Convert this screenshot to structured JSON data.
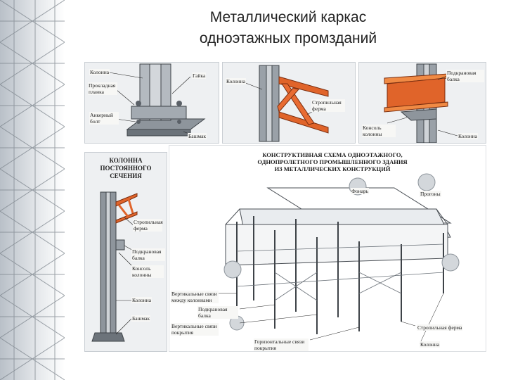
{
  "slide": {
    "title_line1": "Металлический каркас",
    "title_line2": "одноэтажных промзданий"
  },
  "panel_base": {
    "labels": [
      "Колонна",
      "Гайка",
      "Прокладная планка",
      "Анкерный болт",
      "Башмак"
    ]
  },
  "panel_truss": {
    "labels": [
      "Колонна",
      "Стропильная ферма"
    ]
  },
  "panel_crane": {
    "labels": [
      "Подкрановая балка",
      "Консоль колонны",
      "Колонна"
    ]
  },
  "panel_column": {
    "heading": [
      "КОЛОННА",
      "ПОСТОЯННОГО",
      "СЕЧЕНИЯ"
    ],
    "labels": [
      "Стропильная ферма",
      "Подкрановая балка",
      "Консоль колонны",
      "Колонна",
      "Башмак"
    ]
  },
  "panel_scheme": {
    "heading": [
      "КОНСТРУКТИВНАЯ СХЕМА ОДНОЭТАЖНОГО,",
      "ОДНОПРОЛЕТНОГО ПРОМЫШЛЕННОГО ЗДАНИЯ",
      "ИЗ МЕТАЛЛИЧЕСКИХ КОНСТРУКЦИЙ"
    ],
    "labels": {
      "lantern": "Фонарь",
      "purlins": "Прогоны",
      "vert_columns": "Вертикальные связи между колоннами",
      "crane_beam": "Подкрановая балка",
      "vert_roof": "Вертикальные связи покрытия",
      "horiz_roof": "Горизонтальные связи покрытия",
      "truss": "Стропильная ферма",
      "column": "Колонна"
    }
  },
  "colors": {
    "steel_dark": "#4a4f55",
    "steel_mid": "#9aa1a8",
    "accent_orange": "#e0642a",
    "panel_bg": "#eef0f2"
  }
}
